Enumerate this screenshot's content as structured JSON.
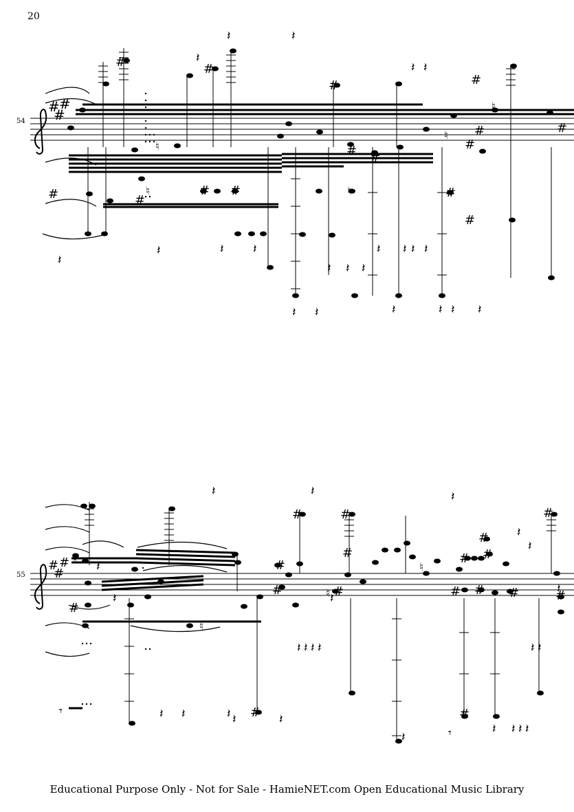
{
  "page": {
    "number": "20",
    "footer": "Educational Purpose Only - Not for Sale - HamieNET.com Open Educational Music Library"
  },
  "systems": [
    {
      "measure_number": "54",
      "clef": "treble-clef",
      "key_signature": "A major (3 sharps)"
    },
    {
      "measure_number": "55",
      "clef": "treble-clef",
      "key_signature": "A major (3 sharps)"
    }
  ],
  "icons": [
    "treble-clef-icon",
    "sharp-icon",
    "natural-icon",
    "quarter-rest-icon",
    "eighth-rest-icon",
    "note-head-icon"
  ]
}
